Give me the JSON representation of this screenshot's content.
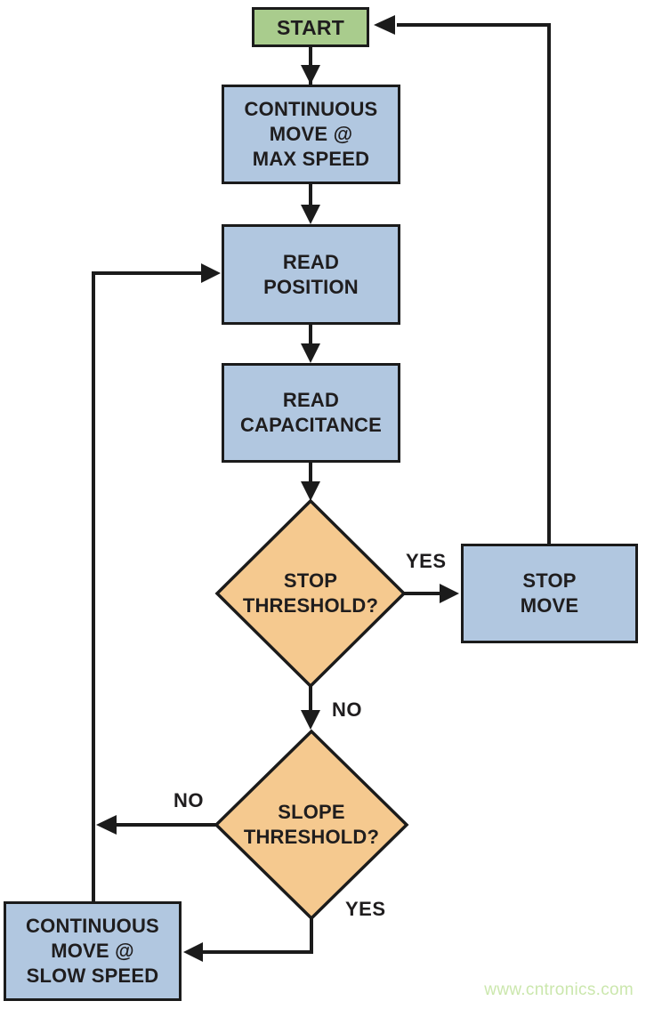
{
  "diagram": {
    "type": "flowchart",
    "nodes": {
      "start": {
        "label": "START",
        "shape": "terminator"
      },
      "continuous_move_max": {
        "label": "CONTINUOUS\nMOVE @\nMAX SPEED",
        "shape": "process"
      },
      "read_position": {
        "label": "READ\nPOSITION",
        "shape": "process"
      },
      "read_capacitance": {
        "label": "READ\nCAPACITANCE",
        "shape": "process"
      },
      "stop_threshold": {
        "label": "STOP\nTHRESHOLD?",
        "shape": "decision"
      },
      "stop_move": {
        "label": "STOP\nMOVE",
        "shape": "process"
      },
      "slope_threshold": {
        "label": "SLOPE\nTHRESHOLD?",
        "shape": "decision"
      },
      "continuous_move_slow": {
        "label": "CONTINUOUS\nMOVE @\nSLOW SPEED",
        "shape": "process"
      }
    },
    "edge_labels": {
      "stop_threshold_yes": "YES",
      "stop_threshold_no": "NO",
      "slope_threshold_no": "NO",
      "slope_threshold_yes": "YES"
    },
    "edges": [
      {
        "from": "start",
        "to": "continuous_move_max",
        "label": ""
      },
      {
        "from": "continuous_move_max",
        "to": "read_position",
        "label": ""
      },
      {
        "from": "read_position",
        "to": "read_capacitance",
        "label": ""
      },
      {
        "from": "read_capacitance",
        "to": "stop_threshold",
        "label": ""
      },
      {
        "from": "stop_threshold",
        "to": "stop_move",
        "label": "YES"
      },
      {
        "from": "stop_threshold",
        "to": "slope_threshold",
        "label": "NO"
      },
      {
        "from": "stop_move",
        "to": "start",
        "label": ""
      },
      {
        "from": "slope_threshold",
        "to": "read_position",
        "label": "NO"
      },
      {
        "from": "slope_threshold",
        "to": "continuous_move_slow",
        "label": "YES"
      },
      {
        "from": "continuous_move_slow",
        "to": "read_position",
        "label": ""
      }
    ],
    "colors": {
      "terminator_fill": "#a9cc8d",
      "process_fill": "#b1c7e0",
      "decision_fill": "#f5c98f",
      "line": "#1b1b1b",
      "text": "#1f1d1e",
      "watermark": "#cbe7ad"
    },
    "watermark": "www.cntronics.com"
  }
}
